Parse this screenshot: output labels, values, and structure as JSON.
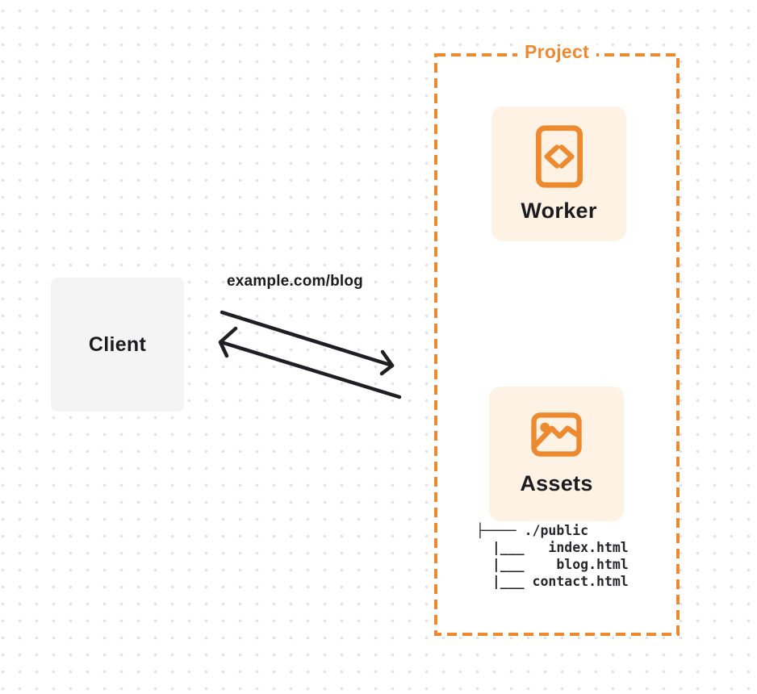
{
  "client": {
    "label": "Client"
  },
  "request": {
    "label": "example.com/blog",
    "arrows": [
      "request-arrow-right",
      "response-arrow-left"
    ]
  },
  "project": {
    "label": "Project",
    "worker": {
      "label": "Worker",
      "icon": "code-icon"
    },
    "assets": {
      "label": "Assets",
      "icon": "image-icon",
      "tree": "├──── ./public\n  |___   index.html\n  |___    blog.html\n  |___ contact.html",
      "files": [
        "./public",
        "index.html",
        "blog.html",
        "contact.html"
      ]
    }
  },
  "colors": {
    "accent_orange": "#ed8a2f",
    "card_bg": "#fdf2e4",
    "client_bg": "#f4f4f5",
    "text_dark": "#1c1c1e",
    "arrow_black": "#1f1f23",
    "dot_grid": "#e2e2e5"
  }
}
